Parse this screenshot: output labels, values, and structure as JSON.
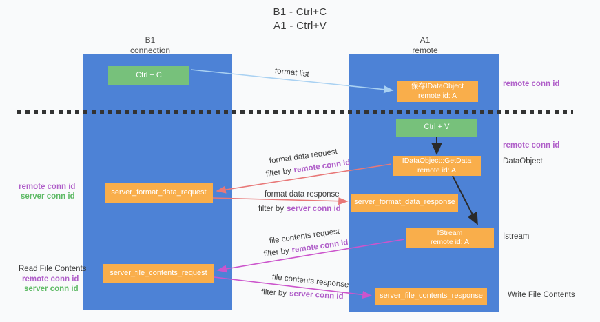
{
  "title": {
    "line1": "B1 - Ctrl+C",
    "line2": "A1 - Ctrl+V"
  },
  "columns": {
    "left": {
      "name": "B1",
      "subtitle": "connection"
    },
    "right": {
      "name": "A1",
      "subtitle": "remote"
    }
  },
  "boxes": {
    "ctrl_c": "Ctrl + C",
    "save_idataobject": {
      "line1": "保存IDataObject",
      "line2": "remote id: A"
    },
    "ctrl_v": "Ctrl + V",
    "getdata": {
      "line1": "IDataObject::GetData",
      "line2": "remote id: A"
    },
    "format_request": "server_format_data_request",
    "format_response": "server_format_data_response",
    "istream": {
      "line1": "IStream",
      "line2": "remote id: A"
    },
    "file_request": "server_file_contents_request",
    "file_response": "server_file_contents_response"
  },
  "side_labels": {
    "right_remote_conn_id_1": "remote conn id",
    "right_remote_conn_id_2": "remote conn id",
    "dataobject": "DataObject",
    "istream": "Istream",
    "write_file_contents": "Write File Contents",
    "left_remote_conn_id_1": "remote conn id",
    "left_server_conn_id_1": "server conn id",
    "read_file_contents": "Read File Contents",
    "left_remote_conn_id_2": "remote conn id",
    "left_server_conn_id_2": "server conn id"
  },
  "flow_labels": {
    "format_list": "format list",
    "format_data_request": "format data request",
    "filter_remote_1": {
      "prefix": "filter by",
      "id": "remote conn id"
    },
    "format_data_response": "format data response",
    "filter_server_1": {
      "prefix": "filter by",
      "id": "server conn id"
    },
    "file_contents_request": "file contents request",
    "filter_remote_2": {
      "prefix": "filter by",
      "id": "remote conn id"
    },
    "file_contents_response": "file contents response",
    "filter_server_2": {
      "prefix": "filter by",
      "id": "server conn id"
    }
  },
  "colors": {
    "column_blue": "#4d82d6",
    "box_green": "#77c17b",
    "box_orange": "#f9ae4b",
    "purple_text": "#b05fc9",
    "green_text": "#5fba66",
    "arrow_salmon": "#e87878",
    "arrow_magenta": "#cc55cc",
    "arrow_lightblue": "#a9d1f2",
    "arrow_black": "#2a2a2a",
    "dashed_line": "#333333",
    "background": "#f9fafb",
    "text_dark": "#3c3c3c"
  }
}
